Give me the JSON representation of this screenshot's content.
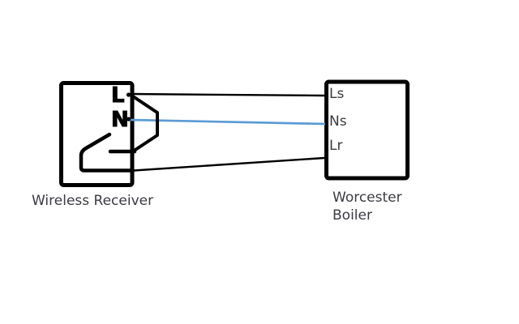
{
  "diagram": {
    "receiver": {
      "label": "Wireless Receiver",
      "terminal_l": "L",
      "terminal_n": "N"
    },
    "boiler": {
      "label": "Worcester Boiler",
      "terminal_ls": "Ls",
      "terminal_ns": "Ns",
      "terminal_lr": "Lr"
    },
    "colors": {
      "outline": "#000000",
      "neutral_wire": "#5b9bd5",
      "label_text": "#3a3a42"
    }
  }
}
